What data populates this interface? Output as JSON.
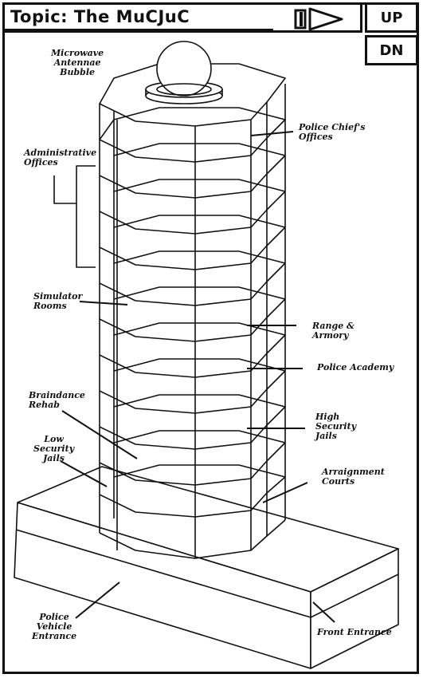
{
  "window": {
    "title": "Topic: The MuCJuC",
    "up_label": "UP",
    "dn_label": "DN"
  },
  "icons": {
    "play": "play-forward-icon"
  },
  "labels": {
    "antenna": "Microwave\nAntennae\nBubble",
    "admin": "Administrative\nOffices",
    "chief": "Police Chief's\nOffices",
    "simulator": "Simulator\nRooms",
    "range": "Range &\nArmory",
    "academy": "Police Academy",
    "braindance": "Braindance\nRehab",
    "high_security": "High\nSecurity\nJails",
    "low_security": "Low\nSecurity\nJails",
    "arraignment": "Arraignment\nCourts",
    "vehicle": "Police\nVehicle\nEntrance",
    "front": "Front Entrance"
  }
}
